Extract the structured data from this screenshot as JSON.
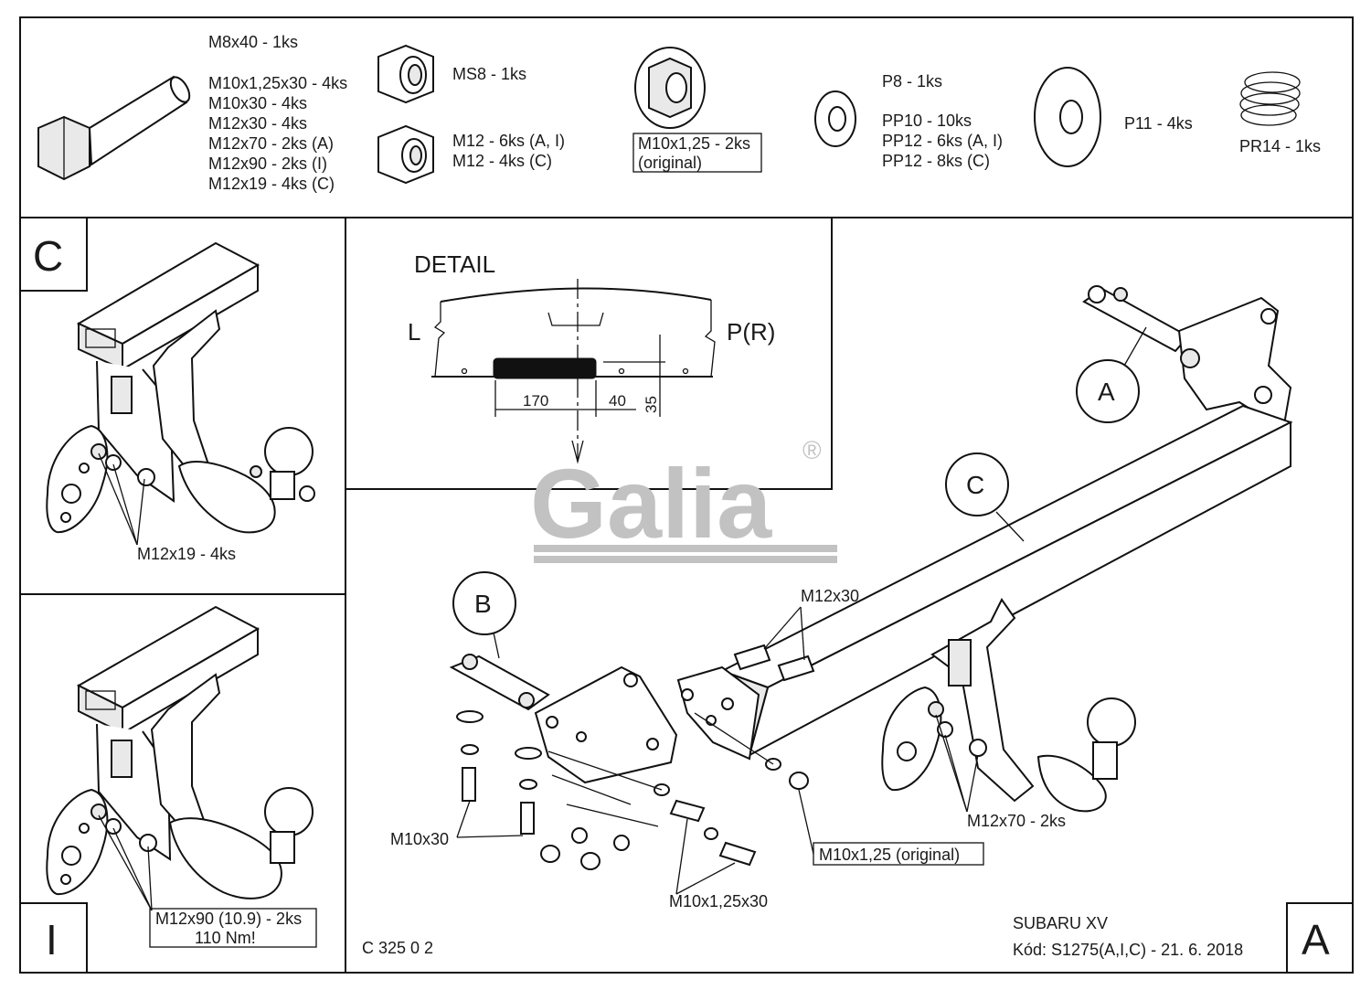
{
  "parts": {
    "bolt_m8_title": "M8x40 - 1ks",
    "bolt_list": [
      "M10x1,25x30 - 4ks",
      "M10x30 - 4ks",
      "M12x30 - 4ks",
      "M12x70 - 2ks (A)",
      "M12x90 - 2ks (I)",
      "M12x19 - 4ks (C)"
    ],
    "nut_ms8": "MS8 - 1ks",
    "nut_m12_list": [
      "M12 - 6ks (A, I)",
      "M12 - 4ks (C)"
    ],
    "nut_original_list": [
      "M10x1,25 - 2ks",
      "(original)"
    ],
    "washer_p8": "P8 - 1ks",
    "washer_pp_list": [
      "PP10 - 10ks",
      "PP12 - 6ks (A, I)",
      "PP12 - 8ks (C)"
    ],
    "washer_p11": "P11 - 4ks",
    "spring_pr14": "PR14 - 1ks"
  },
  "panel_c": {
    "letter": "C",
    "callout": "M12x19 - 4ks"
  },
  "panel_i": {
    "letter": "I",
    "callout_lines": [
      "M12x90 (10.9) - 2ks",
      "110 Nm!"
    ]
  },
  "detail": {
    "title": "DETAIL",
    "left_label": "L",
    "right_label": "P(R)",
    "dim_170": "170",
    "dim_40": "40",
    "dim_35": "35"
  },
  "main": {
    "circle_a": "A",
    "circle_b": "B",
    "circle_c": "C",
    "label_m12x30": "M12x30",
    "label_m10x30": "M10x30",
    "label_m10x125x30": "M10x1,25x30",
    "label_m10x125_orig": "M10x1,25 (original)",
    "label_m12x70": "M12x70 - 2ks"
  },
  "logo": {
    "text": "Galia",
    "registered": "®"
  },
  "footer": {
    "drawing_code": "C 325 0 2",
    "vehicle": "SUBARU XV",
    "code_line": "Kód: S1275(A,I,C) - 21. 6. 2018",
    "version_letter": "A"
  },
  "colors": {
    "line": "#111111",
    "logo_gray": "#c2c2c2",
    "background": "#ffffff"
  }
}
